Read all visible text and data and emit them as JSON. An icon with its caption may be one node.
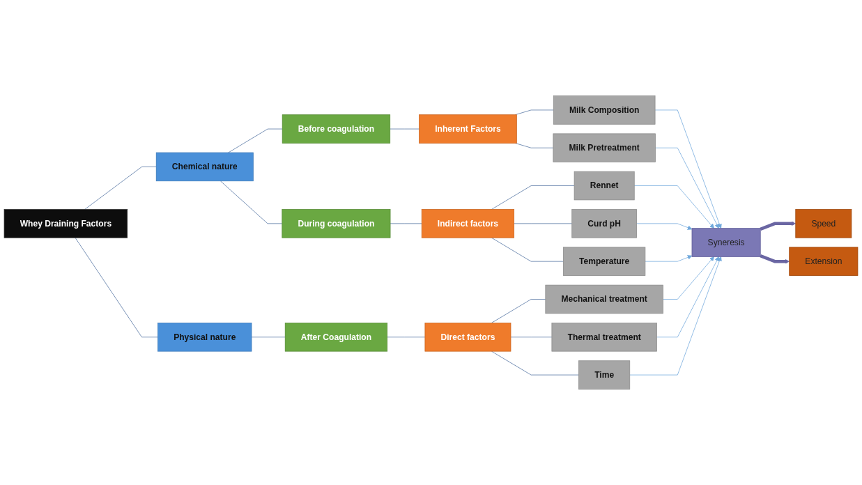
{
  "diagram": {
    "nodes": [
      {
        "text": [
          "Whey Draining Factors"
        ]
      },
      {
        "text": [
          "Chemical nature"
        ]
      },
      {
        "text": [
          "Physical nature"
        ]
      },
      {
        "text": [
          "Before coagulation"
        ]
      },
      {
        "text": [
          "During coagulation"
        ]
      },
      {
        "text": [
          "After Coagulation"
        ]
      },
      {
        "text": [
          "Inherent Factors"
        ]
      },
      {
        "text": [
          "Indirect factors"
        ]
      },
      {
        "text": [
          "Direct factors"
        ]
      },
      {
        "text": [
          "Milk Composition"
        ]
      },
      {
        "text": [
          "Milk Pretreatment"
        ]
      },
      {
        "text": [
          "Rennet"
        ]
      },
      {
        "text": [
          "Curd pH"
        ]
      },
      {
        "text": [
          "Temperature"
        ]
      },
      {
        "text": [
          "Mechanical treatment"
        ]
      },
      {
        "text": [
          "Thermal treatment"
        ]
      },
      {
        "text": [
          "Time"
        ]
      },
      {
        "text": [
          "Speed"
        ]
      },
      {
        "text": [
          "Syneresis"
        ]
      },
      {
        "text": [
          "Extension"
        ]
      }
    ],
    "edges": [
      {
        "from": 0,
        "to": 1,
        "arrow": "none"
      },
      {
        "from": 0,
        "to": 2,
        "arrow": "none"
      },
      {
        "from": 1,
        "to": 3,
        "arrow": "none"
      },
      {
        "from": 1,
        "to": 4,
        "arrow": "none"
      },
      {
        "from": 2,
        "to": 5,
        "arrow": "none"
      },
      {
        "from": 3,
        "to": 6,
        "arrow": "none"
      },
      {
        "from": 4,
        "to": 7,
        "arrow": "none"
      },
      {
        "from": 5,
        "to": 8,
        "arrow": "none"
      },
      {
        "from": 6,
        "to": 9,
        "arrow": "none"
      },
      {
        "from": 6,
        "to": 10,
        "arrow": "none"
      },
      {
        "from": 7,
        "to": 11,
        "arrow": "none"
      },
      {
        "from": 7,
        "to": 12,
        "arrow": "none"
      },
      {
        "from": 7,
        "to": 13,
        "arrow": "none"
      },
      {
        "from": 8,
        "to": 14,
        "arrow": "none"
      },
      {
        "from": 8,
        "to": 15,
        "arrow": "none"
      },
      {
        "from": 8,
        "to": 16,
        "arrow": "none"
      },
      {
        "from": 9,
        "to": 18,
        "arrow": "to",
        "color": "#6fa8dc"
      },
      {
        "from": 10,
        "to": 18,
        "arrow": "to",
        "color": "#6fa8dc"
      },
      {
        "from": 11,
        "to": 18,
        "arrow": "to",
        "color": "#6fa8dc"
      },
      {
        "from": 12,
        "to": 18,
        "arrow": "to",
        "color": "#6fa8dc"
      },
      {
        "from": 13,
        "to": 18,
        "arrow": "to",
        "color": "#6fa8dc"
      },
      {
        "from": 14,
        "to": 18,
        "arrow": "to",
        "color": "#6fa8dc"
      },
      {
        "from": 15,
        "to": 18,
        "arrow": "to",
        "color": "#6fa8dc"
      },
      {
        "from": 16,
        "to": 18,
        "arrow": "to",
        "color": "#6fa8dc"
      },
      {
        "from": 18,
        "to": 17,
        "arrow": "to",
        "style": "thick",
        "color": "#6a66a3"
      },
      {
        "from": 18,
        "to": 19,
        "arrow": "to",
        "style": "thick",
        "color": "#6a66a3"
      }
    ]
  }
}
